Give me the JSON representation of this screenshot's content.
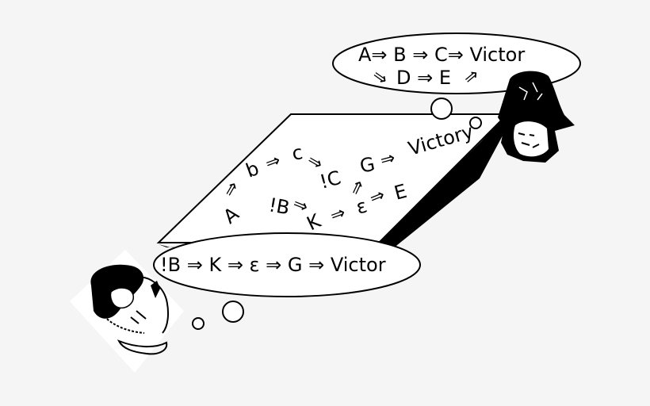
{
  "colors": {
    "background": "#f5f5f5",
    "ink": "#000000",
    "paper": "#ffffff"
  },
  "top_bubble": {
    "line1": [
      "A",
      "⇒",
      "B",
      "⇒",
      "C",
      "⇒",
      "Victor"
    ],
    "line2": [
      "⇘",
      "D",
      "⇒",
      "E",
      "⇗"
    ],
    "text_line1": "A⇒ B ⇒ C⇒ Victor",
    "text_line2": "D ⇒ E"
  },
  "bottom_bubble": {
    "text": "!B ⇒ K ⇒ ε ⇒ G ⇒ Victor",
    "tokens": [
      "!B",
      "⇒",
      "K",
      "⇒",
      "ε",
      "⇒",
      "G",
      "⇒",
      "Victor"
    ]
  },
  "plane": {
    "nodes": {
      "a": "A",
      "b": "b",
      "c": "c",
      "not_c": "!C",
      "not_b": "!B",
      "k": "K",
      "epsilon": "ε",
      "g": "G",
      "e": "E",
      "victory": "Victory"
    },
    "arrow_glyph": "⇒"
  },
  "figures": {
    "bottom_left": "thinking-person",
    "top_right": "hooded-person"
  }
}
